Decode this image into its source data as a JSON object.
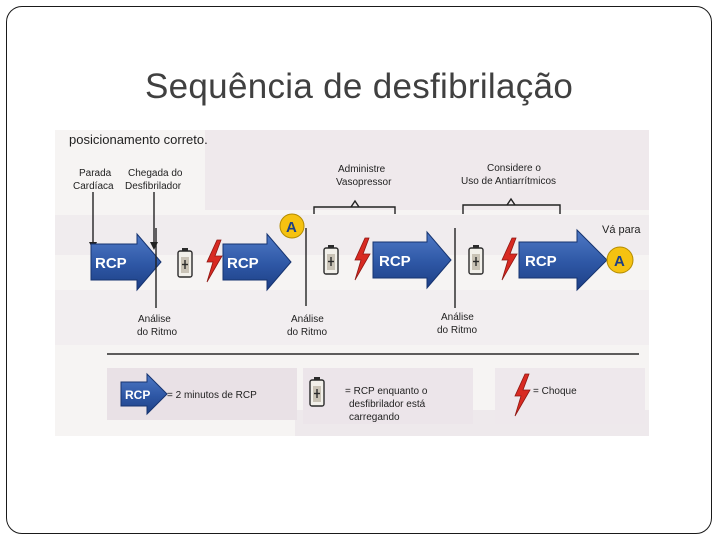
{
  "slide": {
    "title": "Sequência de desfibrilação"
  },
  "figure": {
    "top_text": "posicionamento correto.",
    "labels": {
      "parada": [
        "Parada",
        "Cardíaca"
      ],
      "chegada": [
        "Chegada do",
        "Desfibrilador"
      ],
      "administre": [
        "Administre",
        "Vasopressor"
      ],
      "considere": [
        "Considere o",
        "Uso de Antiarrítmicos"
      ],
      "va_para": "Vá para",
      "analise": [
        "Análise",
        "do Ritmo"
      ]
    },
    "rcp_label": "RCP",
    "marker_label": "A",
    "legend": {
      "rcp_text": "= 2 minutos de RCP",
      "battery_text": [
        "= RCP enquanto o",
        "desfibrilador está",
        "carregando"
      ],
      "shock_text": "= Choque"
    },
    "colors": {
      "arrow_blue": "#2e57a5",
      "arrow_dark": "#1d3f85",
      "shock_red": "#d82a22",
      "marker_yellow": "#f5c211",
      "bar_light": "#e9e1e6"
    },
    "icons": [
      "rcp-arrow-icon",
      "battery-charging-icon",
      "lightning-bolt-icon",
      "step-marker-a-icon"
    ]
  }
}
